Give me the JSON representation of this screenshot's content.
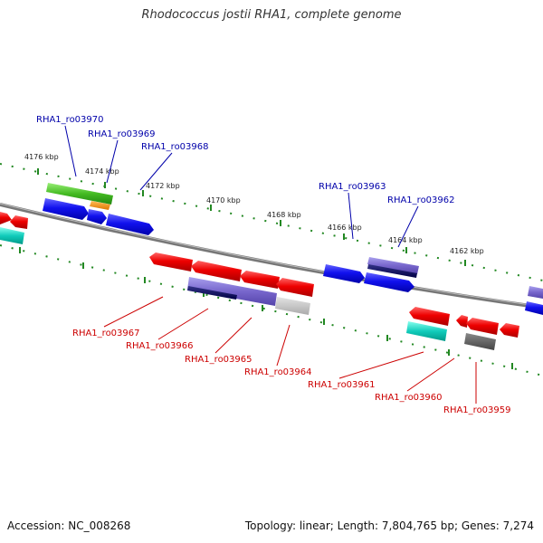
{
  "title": "Rhodococcus jostii RHA1, complete genome",
  "footer": {
    "accession": "Accession: NC_008268",
    "summary": "Topology: linear; Length: 7,804,765 bp; Genes: 7,274"
  },
  "ticks": [
    "4176 kbp",
    "4174 kbp",
    "4172 kbp",
    "4170 kbp",
    "4168 kbp",
    "4166 kbp",
    "4164 kbp",
    "4162 kbp"
  ],
  "labels_forward": [
    "RHA1_ro03970",
    "RHA1_ro03969",
    "RHA1_ro03968",
    "RHA1_ro03963",
    "RHA1_ro03962"
  ],
  "labels_reverse": [
    "RHA1_ro03967",
    "RHA1_ro03966",
    "RHA1_ro03965",
    "RHA1_ro03964",
    "RHA1_ro03961",
    "RHA1_ro03960",
    "RHA1_ro03959"
  ],
  "colors": {
    "forward_label": "#0000aa",
    "reverse_label": "#cc0000",
    "backbone": "#888888",
    "tick": "#228822"
  }
}
